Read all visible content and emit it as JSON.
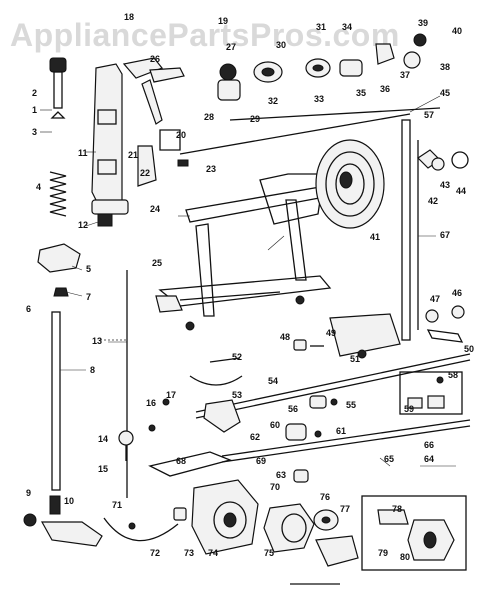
{
  "watermark": "AppliancePartsPros.com",
  "callouts": [
    "1",
    "2",
    "3",
    "4",
    "5",
    "6",
    "7",
    "8",
    "9",
    "10",
    "11",
    "12",
    "13",
    "14",
    "15",
    "16",
    "17",
    "18",
    "19",
    "20",
    "21",
    "22",
    "23",
    "24",
    "25",
    "26",
    "27",
    "28",
    "29",
    "30",
    "31",
    "32",
    "33",
    "34",
    "35",
    "36",
    "37",
    "38",
    "39",
    "40",
    "41",
    "42",
    "43",
    "44",
    "45",
    "46",
    "47",
    "48",
    "49",
    "50",
    "51",
    "52",
    "53",
    "54",
    "55",
    "56",
    "57",
    "58",
    "59",
    "60",
    "61",
    "62",
    "63",
    "64",
    "65",
    "66",
    "67",
    "68",
    "69",
    "70",
    "71",
    "72",
    "73",
    "74",
    "75",
    "76",
    "77",
    "78",
    "79",
    "80"
  ],
  "colors": {
    "ink": "#111111",
    "watermark": "#d9d9d9",
    "paper": "#ffffff"
  }
}
